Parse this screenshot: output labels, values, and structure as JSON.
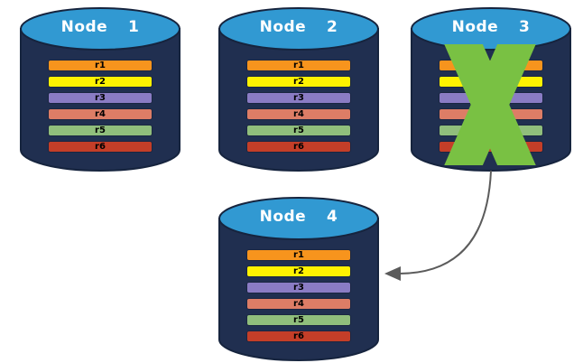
{
  "diagram": {
    "title_hint": "replicated database nodes with failed node redirecting to new node",
    "nodes": [
      {
        "title": "Node  1",
        "status": "ok"
      },
      {
        "title": "Node  2",
        "status": "ok"
      },
      {
        "title": "Node  3",
        "status": "failed"
      },
      {
        "title": "Node  4",
        "status": "ok"
      }
    ],
    "replicas": [
      {
        "label": "r1",
        "color": "#F7941D"
      },
      {
        "label": "r2",
        "color": "#FFF200"
      },
      {
        "label": "r3",
        "color": "#8A7CC4"
      },
      {
        "label": "r4",
        "color": "#DD7D66"
      },
      {
        "label": "r5",
        "color": "#90BE7C"
      },
      {
        "label": "r6",
        "color": "#C43E28"
      }
    ],
    "icons": {
      "failure_x": "x-mark-icon",
      "failover_arrow": "curved-arrow-icon"
    },
    "colors": {
      "cylinder_body": "#202F50",
      "cylinder_outline": "#16243E",
      "cylinder_top": "#3199D2",
      "node_title_text": "#FFFFFF",
      "row_text": "#000000",
      "failure_x": "#79C143",
      "arrow": "#5B5B5B",
      "background": "#FFFFFF"
    }
  }
}
